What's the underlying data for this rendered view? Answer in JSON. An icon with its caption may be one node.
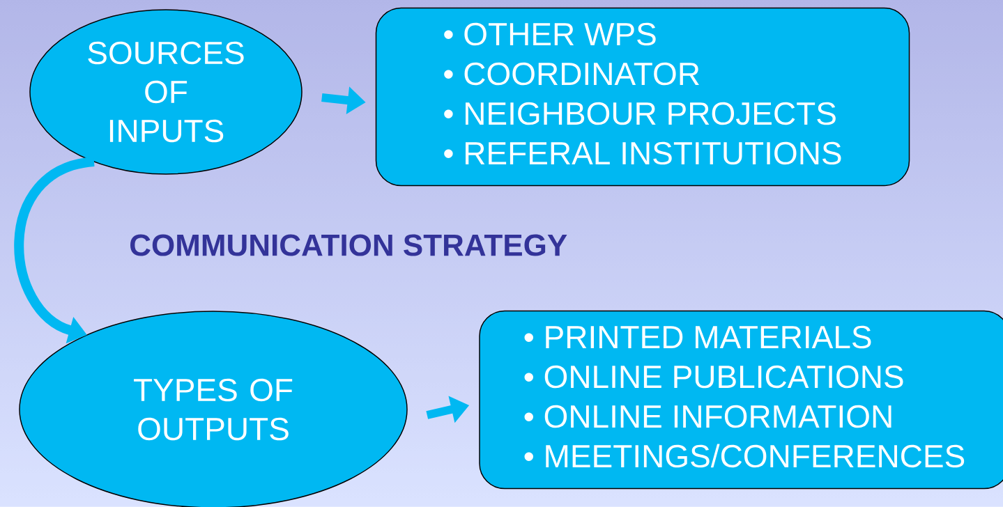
{
  "diagram": {
    "nodes": [
      {
        "text": [
          "SOURCES OF INPUTS"
        ]
      },
      {
        "text": [
          "• OTHER WPS",
          "• COORDINATOR",
          "• NEIGHBOUR PROJECTS",
          "• REFERAL INSTITUTIONS"
        ]
      },
      {
        "text": [
          "TYPES OF OUTPUTS"
        ]
      },
      {
        "text": [
          "• PRINTED MATERIALS",
          "• ONLINE PUBLICATIONS",
          "• ONLINE INFORMATION",
          "• MEETINGS/CONFERENCES"
        ]
      }
    ],
    "edges": [
      {
        "from": 0,
        "to": 1,
        "arrow": "to"
      },
      {
        "from": 0,
        "to": 2,
        "arrow": "to"
      },
      {
        "from": 2,
        "to": 3,
        "arrow": "to"
      }
    ],
    "labels": [
      "COMMUNICATION STRATEGY"
    ]
  }
}
